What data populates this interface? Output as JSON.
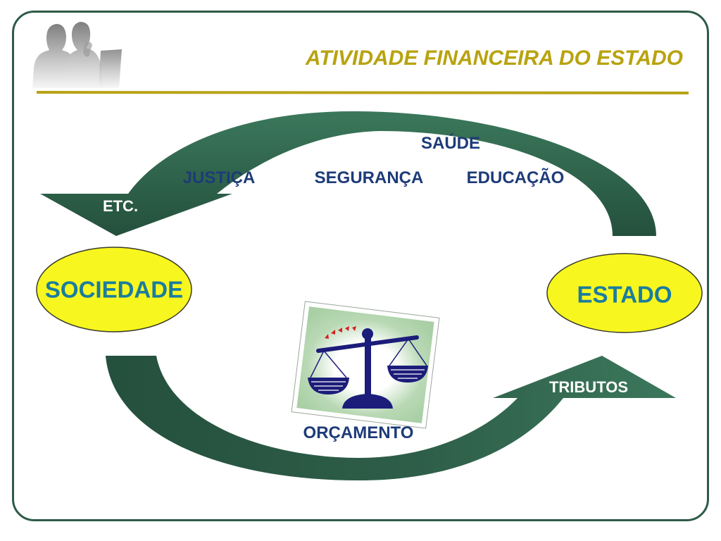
{
  "slide": {
    "title": "ATIVIDADE FINANCEIRA DO ESTADO"
  },
  "diagram": {
    "nodes": {
      "left": "SOCIEDADE",
      "right": "ESTADO"
    },
    "top_arrow_label": "ETC.",
    "bottom_arrow_label": "TRIBUTOS",
    "services": [
      "SAÚDE",
      "JUSTIÇA",
      "SEGURANÇA",
      "EDUCAÇÃO"
    ],
    "center_label": "ORÇAMENTO"
  },
  "icons": {
    "header_image": "business-people-silhouette-icon",
    "center_image": "balance-scale-icon"
  },
  "colors": {
    "title": "#b8a30f",
    "rule": "#b8a317",
    "frame": "#2d5b47",
    "arrow": "#2e5e49",
    "node_fill": "#f7f71f",
    "node_text": "#1b7c9e",
    "label_text": "#1d3b78",
    "arrow_text": "#ffffff",
    "scale": "#1c1c7a",
    "card": "#b6d8b2"
  }
}
